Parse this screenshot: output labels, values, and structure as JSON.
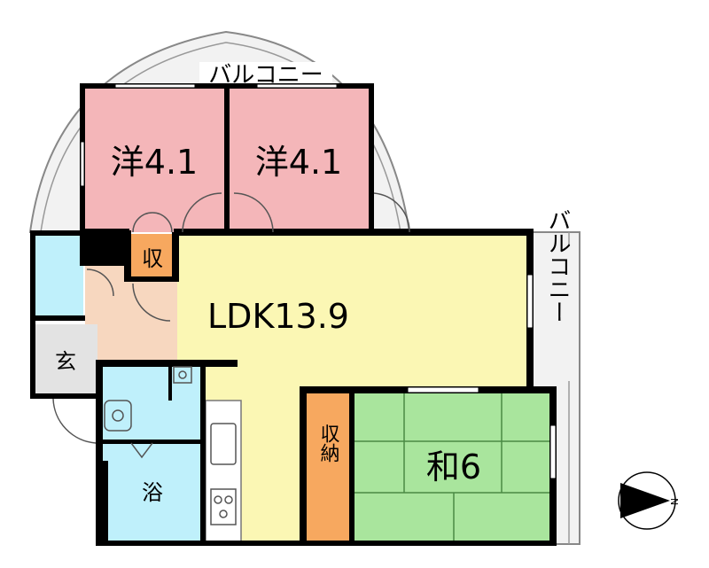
{
  "rooms": {
    "western1": "洋4.1",
    "western2": "洋4.1",
    "storage_small": "収",
    "ldk": "LDK13.9",
    "entrance": "玄",
    "bath": "浴",
    "closet": "収納",
    "japanese": "和6"
  },
  "balcony": {
    "top": "バルコニー",
    "right": "バルコニー"
  },
  "compass": {
    "north_label": "N"
  },
  "colors": {
    "western_room": "#f4b6b9",
    "ldk": "#fbf7b4",
    "japanese_room": "#a9e59d",
    "wet_area": "#bff0fb",
    "entrance": "#e3e3e3",
    "hall": "#f7d7bf",
    "closet": "#f7a85f",
    "wall": "#000000",
    "balcony": "#f2f2f2"
  }
}
